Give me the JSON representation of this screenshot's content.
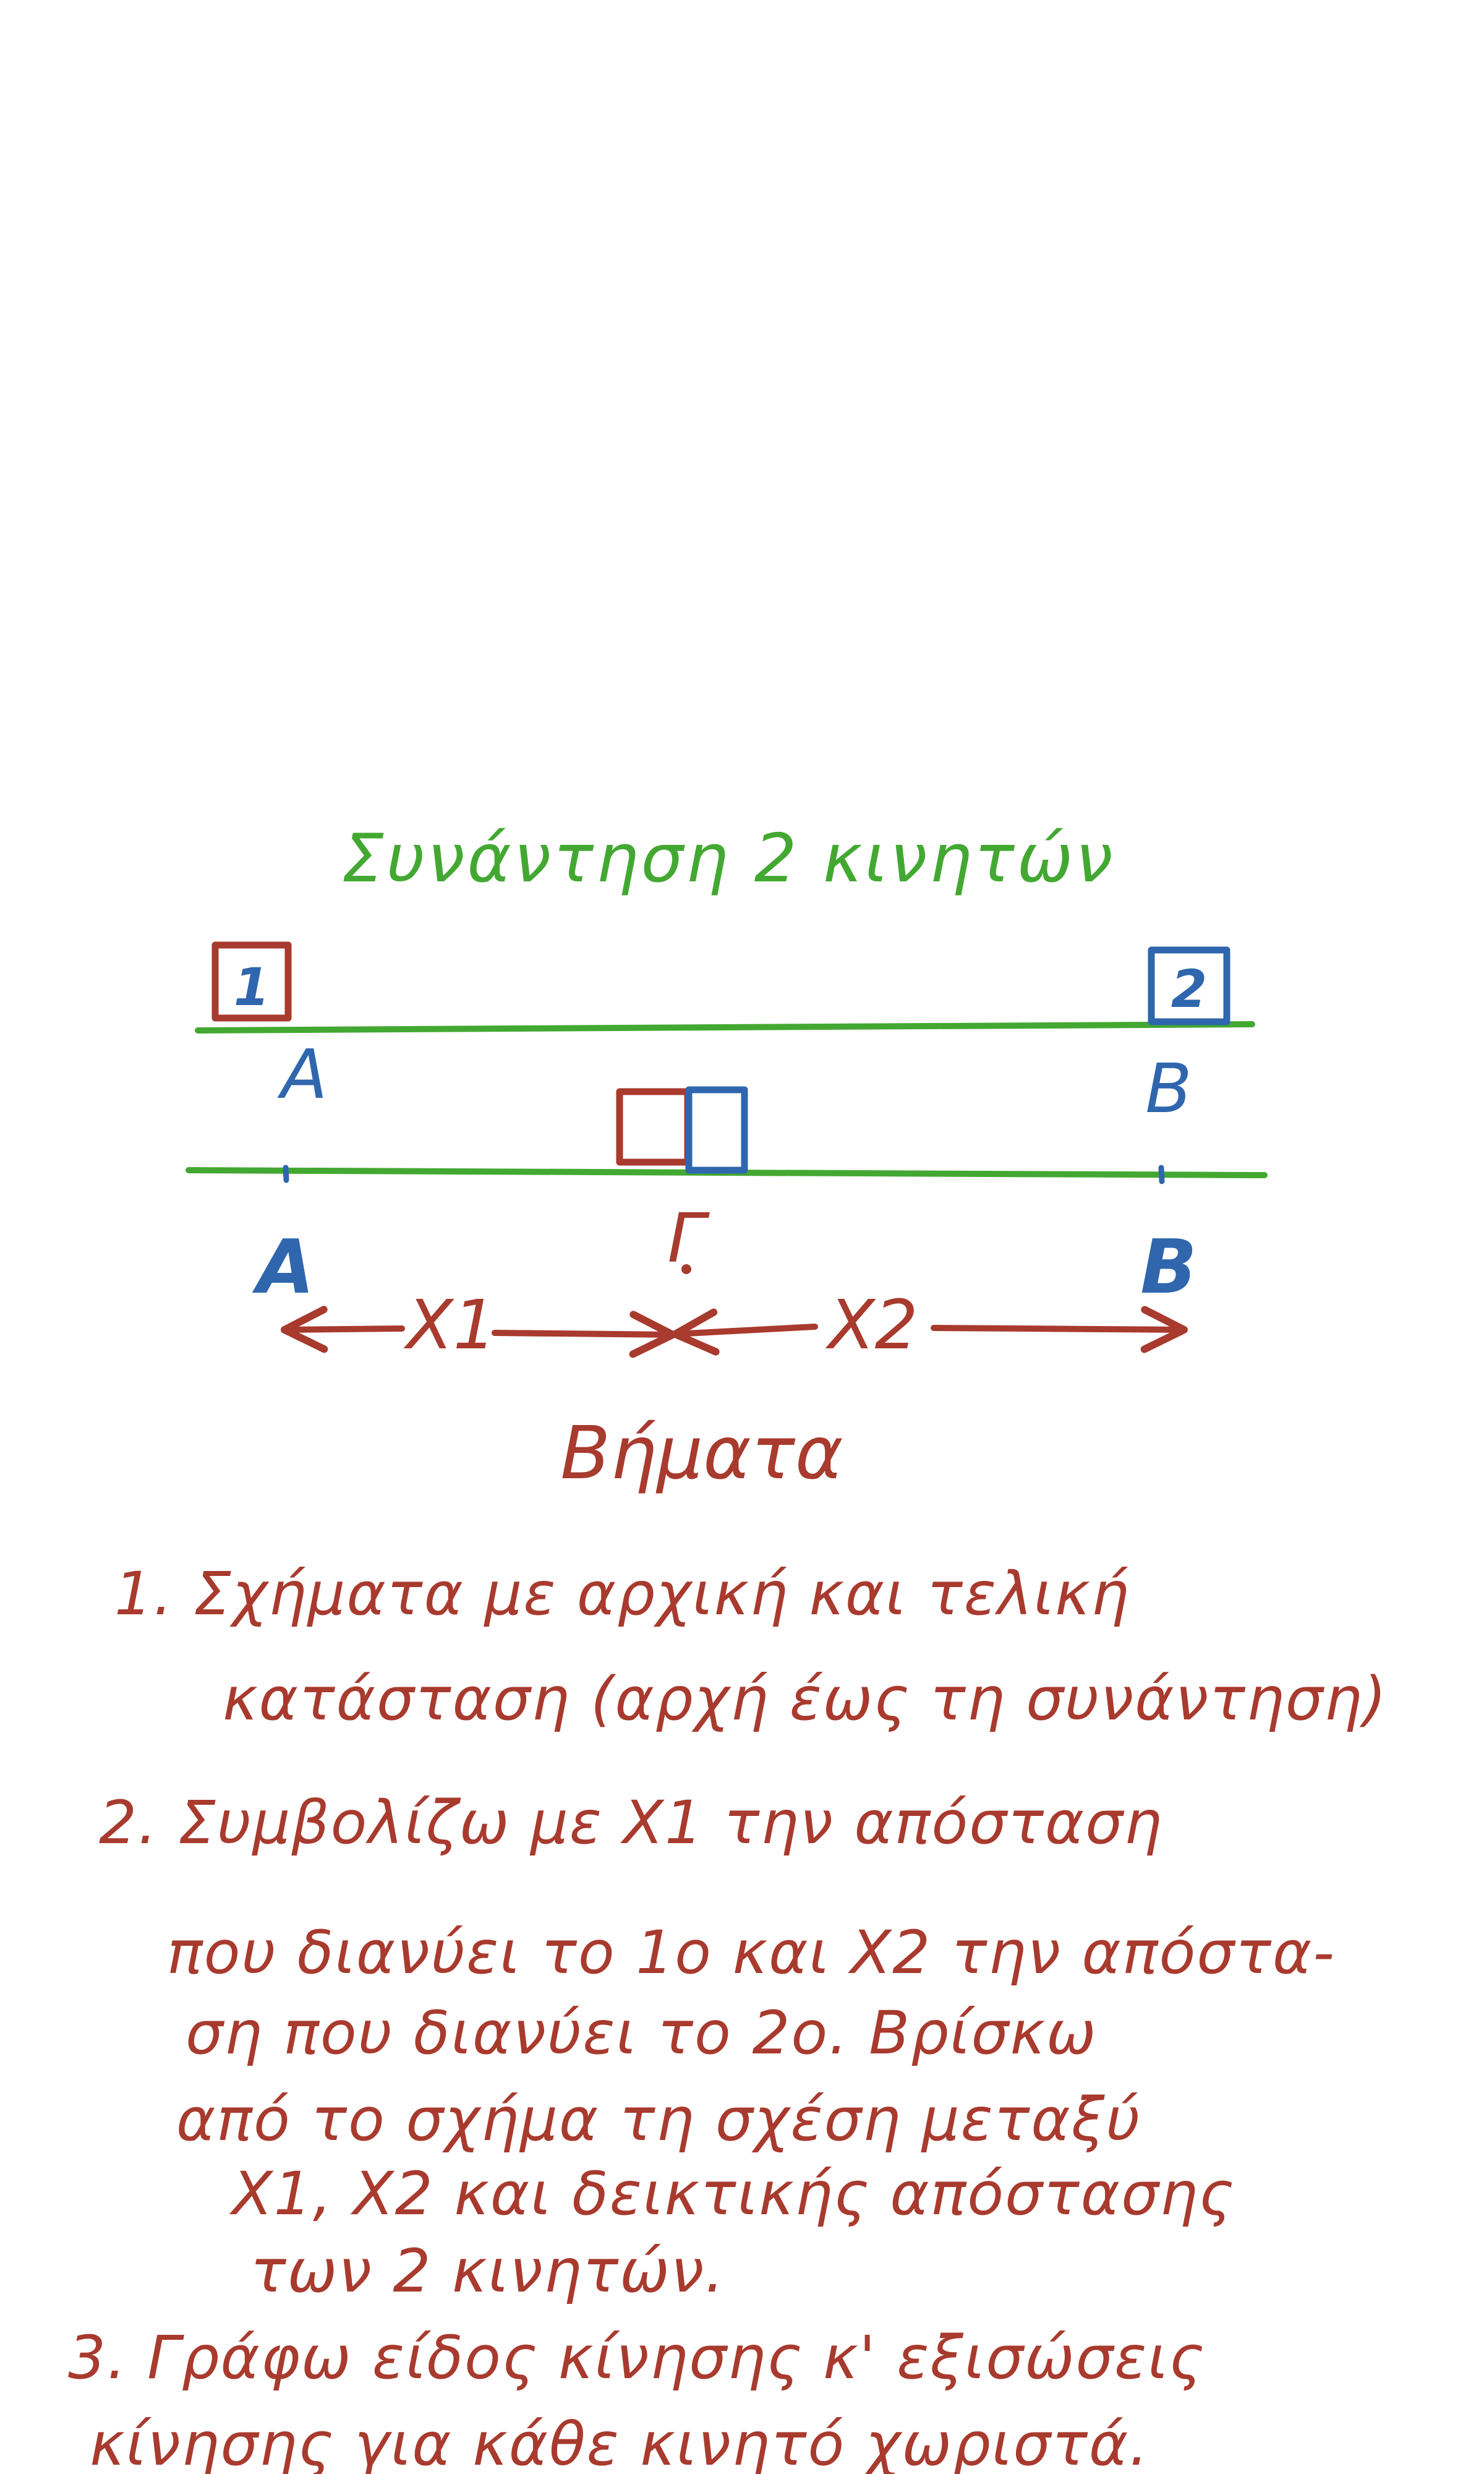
{
  "title": "Συνάντηση 2 κινητών",
  "diagram": {
    "top_row": {
      "box1_label": "1",
      "box2_label": "2",
      "point_a": "A",
      "point_b": "B"
    },
    "bottom_row": {
      "point_a": "A",
      "point_g": "Γ",
      "point_b": "B",
      "x1_label": "X1",
      "x2_label": "X2"
    },
    "colors": {
      "green": "#43a832",
      "red": "#a83a2e",
      "blue": "#2f66ad"
    }
  },
  "steps_heading": "Βήματα",
  "steps": [
    {
      "lines": [
        "1. Σχήματα με αρχική και τελική",
        "κατάσταση (αρχή έως τη συνάντηση)"
      ]
    },
    {
      "lines": [
        "2. Συμβολίζω με X1 την απόσταση",
        "που διανύει το 1ο και X2 την απόστα-",
        "ση που διανύει το 2ο. Βρίσκω",
        "από το σχήμα τη σχέση μεταξύ",
        "X1, X2 και δεικτικής απόστασης",
        "των 2 κινητών."
      ]
    },
    {
      "lines": [
        "3. Γράφω είδος κίνησης κ' εξισώσεις",
        "κίνησης για κάθε κινητό χωριστά."
      ]
    }
  ]
}
